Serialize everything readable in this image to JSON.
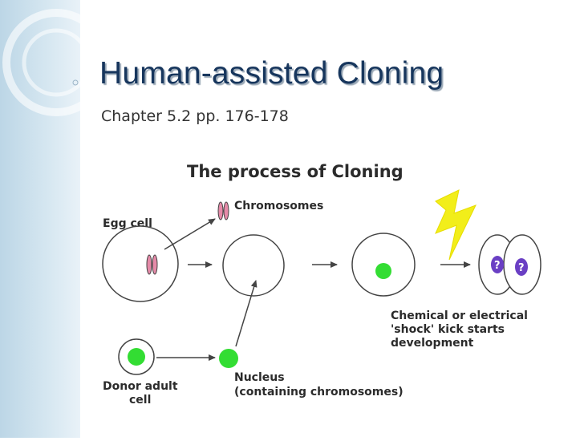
{
  "slide": {
    "title": "Human-assisted Cloning",
    "subtitle": "Chapter 5.2  pp. 176-178"
  },
  "diagram": {
    "heading": "The process of Cloning",
    "labels": {
      "egg_cell": "Egg cell",
      "chromosomes": "Chromosomes",
      "shock_line1": "Chemical or electrical",
      "shock_line2": "'shock' kick starts",
      "shock_line3": "development",
      "donor_line1": "Donor adult",
      "donor_line2": "cell",
      "nucleus_line1": "Nucleus",
      "nucleus_line2": "(containing chromosomes)",
      "cell_mark_1": "?",
      "cell_mark_2": "?"
    },
    "colors": {
      "nucleus": "#33dd33",
      "chromosome": "#e58aa8",
      "lightning": "#f2ee1a",
      "embryo_nucleus": "#6a3fc4",
      "outline": "#333333",
      "title": "#17365d"
    }
  }
}
